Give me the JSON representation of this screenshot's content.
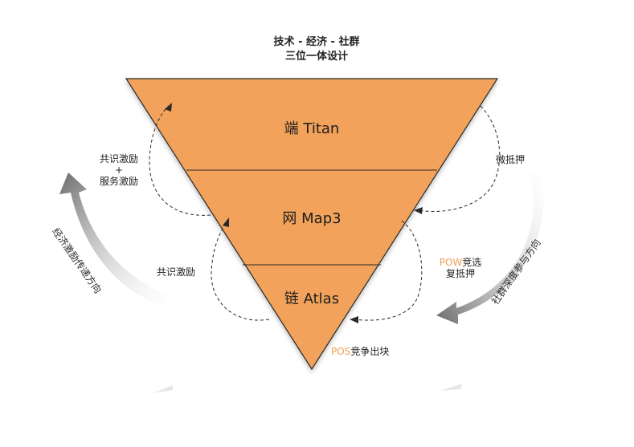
{
  "title": {
    "line1": "技术 - 经济 - 社群",
    "line2": "三位一体设计"
  },
  "layers": [
    {
      "label": "端 Titan"
    },
    {
      "label": "网 Map3"
    },
    {
      "label": "链 Atlas"
    }
  ],
  "left_labels": {
    "consensus_service": {
      "line1": "共识激励",
      "plus": "+",
      "line2": "服务激励"
    },
    "consensus": "共识激励"
  },
  "right_labels": {
    "micro_stake": "微抵押",
    "pow_accent": "POW",
    "pow_rest": "竞选",
    "pow_line2": "复抵押"
  },
  "bottom_label": {
    "accent": "POS",
    "rest": "竞争出块"
  },
  "arrows": {
    "left": "经济激励传递方向",
    "right": "社群深度参与方向"
  },
  "colors": {
    "fill": "#f2a25a",
    "outline": "#2a2a2a",
    "accent": "#f0a050",
    "arrow": "#6e6e6e"
  }
}
